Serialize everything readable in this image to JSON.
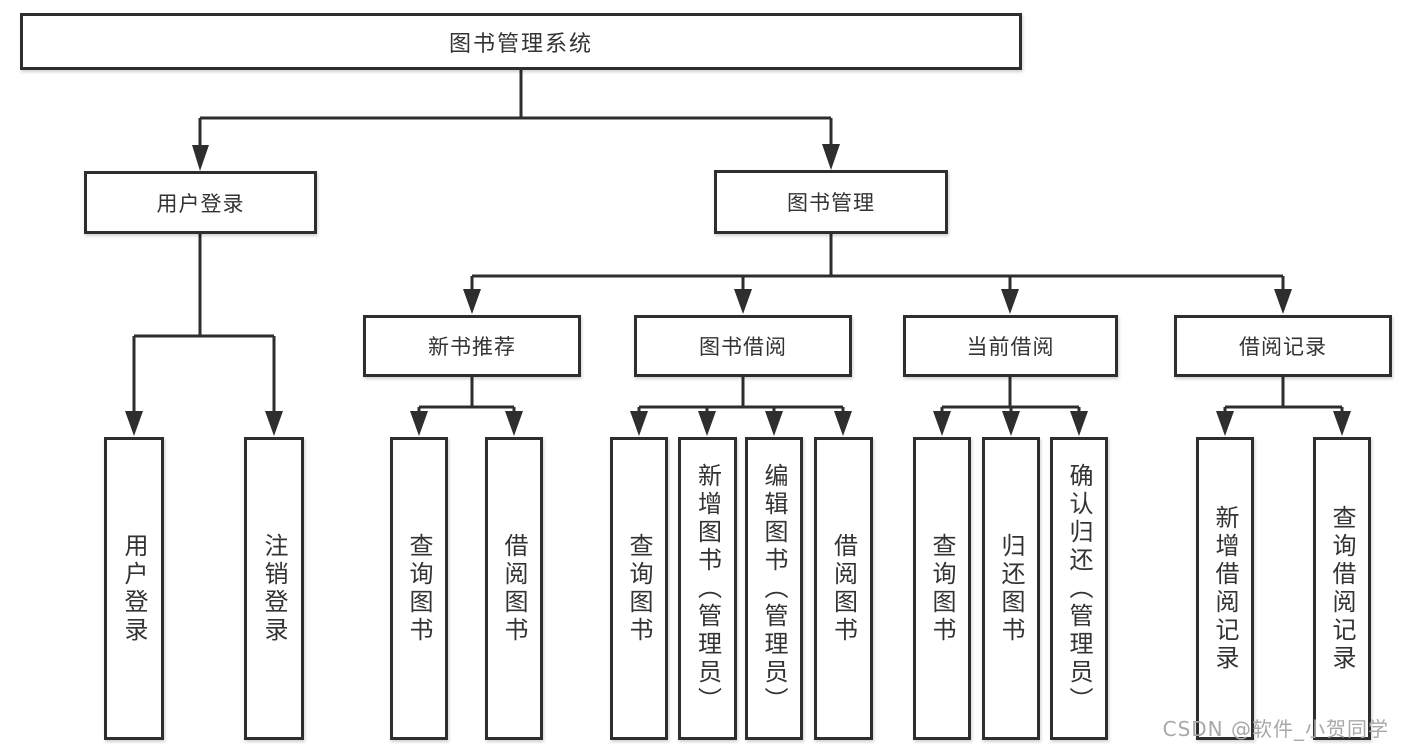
{
  "diagram": {
    "root": {
      "label": "图书管理系统"
    },
    "level2": {
      "user_login": {
        "label": "用户登录"
      },
      "book_management": {
        "label": "图书管理"
      }
    },
    "level3": {
      "new_book_recommend": {
        "label": "新书推荐"
      },
      "book_borrow": {
        "label": "图书借阅"
      },
      "current_borrow": {
        "label": "当前借阅"
      },
      "borrow_records": {
        "label": "借阅记录"
      }
    },
    "leaves": {
      "user_login": [
        "用户登录",
        "注销登录"
      ],
      "new_book_recommend": [
        "查询图书",
        "借阅图书"
      ],
      "book_borrow": [
        "查询图书",
        "新增图书（管理员）",
        "编辑图书（管理员）",
        "借阅图书"
      ],
      "current_borrow": [
        "查询图书",
        "归还图书",
        "确认归还（管理员）"
      ],
      "borrow_records": [
        "新增借阅记录",
        "查询借阅记录"
      ]
    }
  },
  "watermark": {
    "text": "CSDN @软件_小贺同学"
  },
  "colors": {
    "line": "#2e2e2e",
    "border": "#2e2e2e",
    "text": "#333333",
    "background": "#ffffff",
    "watermark": "#a8a8a8"
  }
}
